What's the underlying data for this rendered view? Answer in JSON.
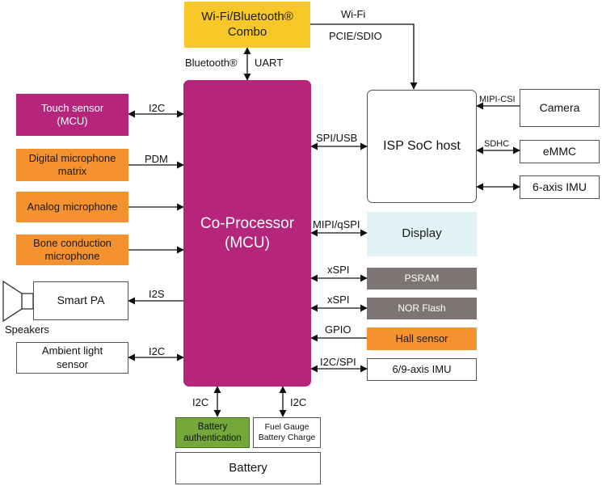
{
  "diagram": {
    "wifi_bt": {
      "line1": "Wi-Fi/Bluetooth®",
      "line2": "Combo"
    },
    "coprocessor": {
      "line1": "Co-Processor",
      "line2": "(MCU)"
    },
    "isp": "ISP SoC host",
    "touch": {
      "line1": "Touch sensor",
      "line2": "(MCU)"
    },
    "digital_mic": {
      "line1": "Digital microphone",
      "line2": "matrix"
    },
    "analog_mic": "Analog microphone",
    "bone_mic": {
      "line1": "Bone conduction",
      "line2": "microphone"
    },
    "smart_pa": "Smart PA",
    "speakers": "Speakers",
    "ambient": {
      "line1": "Ambient light",
      "line2": "sensor"
    },
    "camera": "Camera",
    "emmc": "eMMC",
    "imu6": "6-axis IMU",
    "display": "Display",
    "psram": "PSRAM",
    "nor": "NOR Flash",
    "hall": "Hall sensor",
    "imu69": "6/9-axis IMU",
    "batt_auth": {
      "line1": "Battery",
      "line2": "authentication"
    },
    "fuel": {
      "line1": "Fuel Gauge",
      "line2": "Battery Charge"
    },
    "battery": "Battery",
    "labels": {
      "wifi": "Wi-Fi",
      "pcie": "PCIE/SDIO",
      "bt": "Bluetooth®",
      "uart": "UART",
      "touch_i2c": "I2C",
      "pdm": "PDM",
      "i2s": "I2S",
      "ambient_i2c": "I2C",
      "spi_usb": "SPI/USB",
      "mipi_csi": "MIPI-CSI",
      "sdhc": "SDHC",
      "mipi_qspi": "MIPI/qSPI",
      "xspi1": "xSPI",
      "xspi2": "xSPI",
      "gpio": "GPIO",
      "i2c_spi": "I2C/SPI",
      "auth_i2c": "I2C",
      "fuel_i2c": "I2C"
    },
    "colors": {
      "magenta": "#b6257c",
      "orange": "#f59230",
      "yellow": "#f7c828",
      "olive": "#74a83a",
      "gray": "#7d7573",
      "cyan": "#e2f3f6",
      "line": "#111111"
    }
  }
}
